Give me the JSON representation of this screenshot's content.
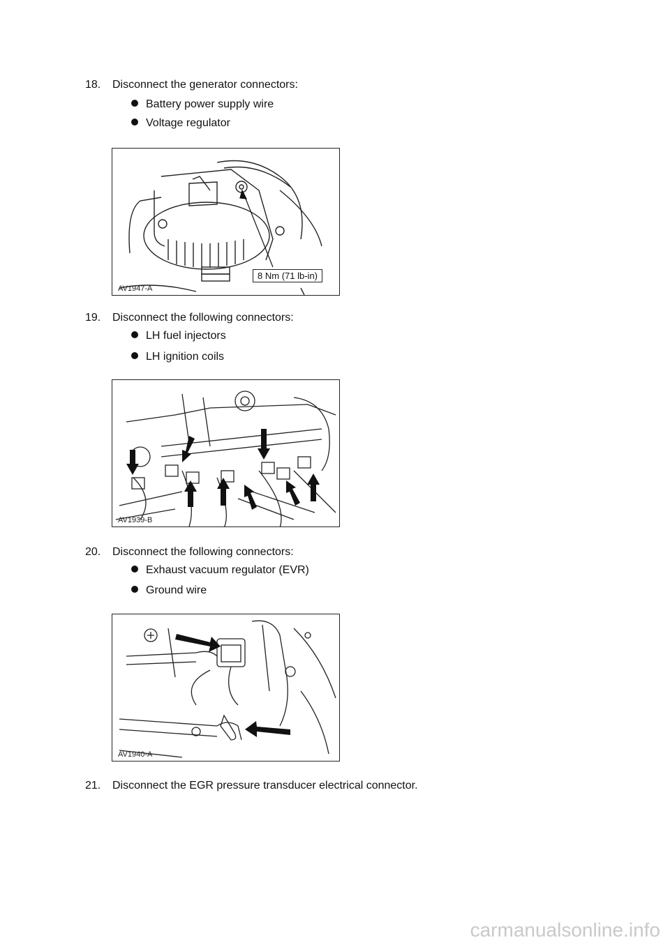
{
  "steps": [
    {
      "number": "18.",
      "text": "Disconnect the generator connectors:",
      "bullets": [
        "Battery power supply wire",
        "Voltage regulator"
      ],
      "figure": {
        "label": "AV1947-A",
        "callout": "8 Nm (71 lb-in)"
      }
    },
    {
      "number": "19.",
      "text": "Disconnect the following connectors:",
      "bullets": [
        "LH fuel injectors",
        "LH ignition coils"
      ],
      "figure": {
        "label": "AV1939-B"
      }
    },
    {
      "number": "20.",
      "text": "Disconnect the following connectors:",
      "bullets": [
        "Exhaust vacuum regulator (EVR)",
        "Ground wire"
      ],
      "figure": {
        "label": "AV1940-A"
      }
    },
    {
      "number": "21.",
      "text": "Disconnect the EGR pressure transducer electrical connector."
    }
  ],
  "watermark": "carmanualsonline.info"
}
